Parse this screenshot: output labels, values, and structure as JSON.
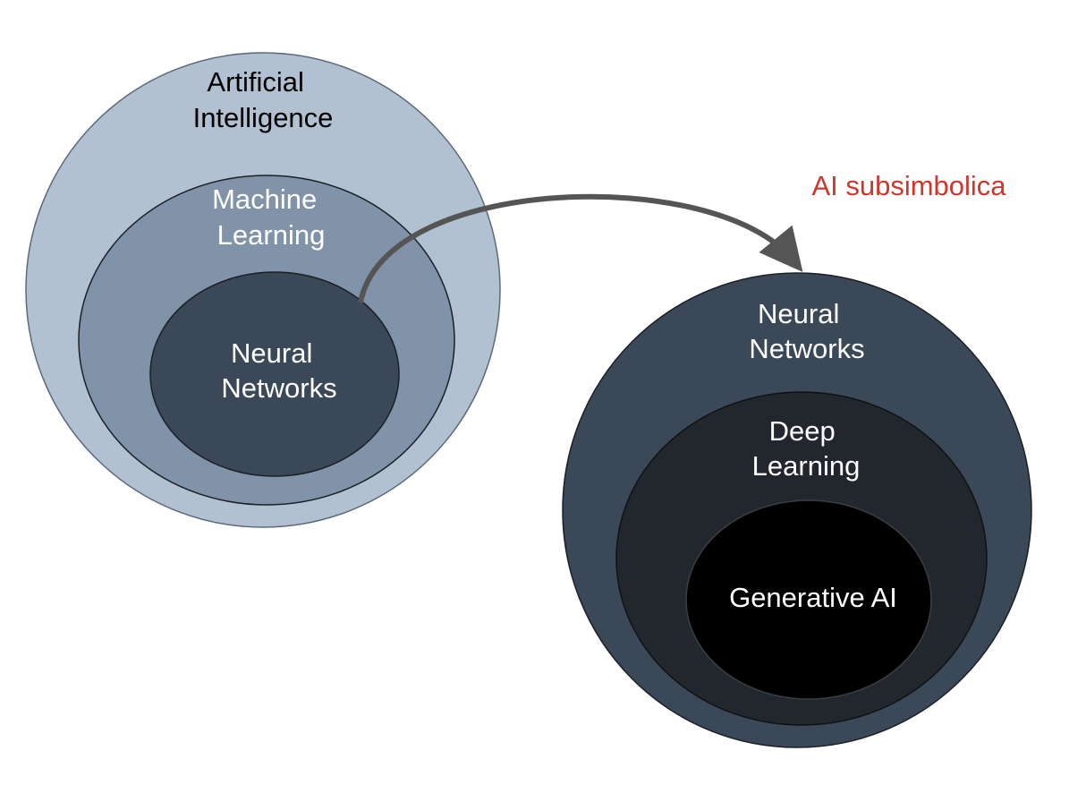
{
  "left_diagram": {
    "outer": {
      "lines": [
        "Artificial",
        "Intelligence"
      ],
      "fill": "#b1c1d2",
      "text_color": "#000000"
    },
    "middle": {
      "lines": [
        "Machine",
        "Learning"
      ],
      "fill": "#8193a9",
      "text_color": "#ffffff"
    },
    "inner": {
      "lines": [
        "Neural",
        "Networks"
      ],
      "fill": "#3b4858",
      "text_color": "#ffffff"
    }
  },
  "right_diagram": {
    "outer": {
      "lines": [
        "Neural",
        "Networks"
      ],
      "fill": "#3b4858",
      "text_color": "#ffffff"
    },
    "middle": {
      "lines": [
        "Deep",
        "Learning"
      ],
      "fill": "#22272e",
      "text_color": "#ffffff"
    },
    "inner": {
      "lines": [
        "Generative AI"
      ],
      "fill": "#000000",
      "text_color": "#ffffff"
    }
  },
  "annotation": {
    "text": "AI subsimbolica",
    "color": "#d2352b"
  },
  "arrow": {
    "color": "#555555"
  }
}
